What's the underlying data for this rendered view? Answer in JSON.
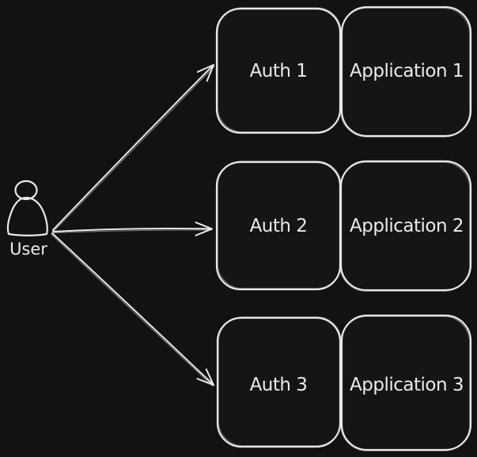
{
  "canvas": {
    "background_color": "#121212",
    "stroke_color": "#e8e8e8",
    "text_color": "#ebebeb",
    "hatch_fill_color": "#17191b",
    "hatch_line_color": "#3c4147"
  },
  "user": {
    "label": "User"
  },
  "nodes": {
    "rows": [
      {
        "auth_label": "Auth 1",
        "app_label": "Application 1"
      },
      {
        "auth_label": "Auth 2",
        "app_label": "Application 2"
      },
      {
        "auth_label": "Auth 3",
        "app_label": "Application 3"
      }
    ]
  },
  "edges": [
    {
      "from": "User",
      "to": "Auth 1"
    },
    {
      "from": "User",
      "to": "Auth 2"
    },
    {
      "from": "User",
      "to": "Auth 3"
    }
  ]
}
